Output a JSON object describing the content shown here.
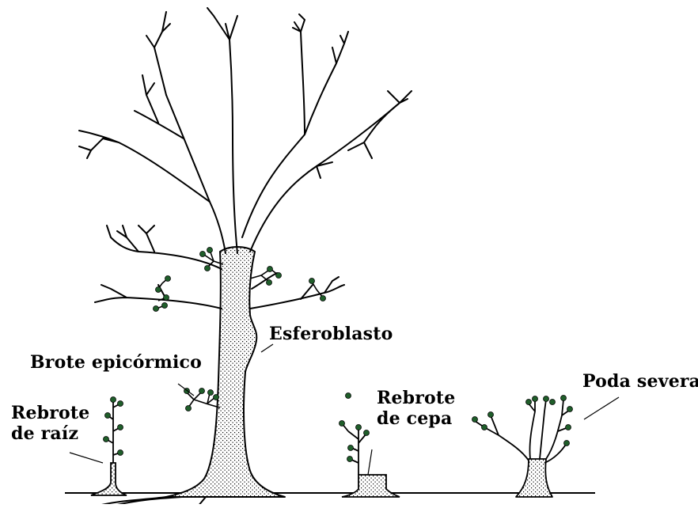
{
  "labels": {
    "esferoblasto": "Esferoblasto",
    "brote_epicormico": "Brote epicórmico",
    "rebrote_raiz_1": "Rebrote",
    "rebrote_raiz_2": "de raíz",
    "rebrote_cepa_1": "Rebrote",
    "rebrote_cepa_2": "de cepa",
    "poda_severa": "Poda severa"
  },
  "colors": {
    "ink": "#000000",
    "bud": "#1f5e2a",
    "background": "#ffffff"
  }
}
